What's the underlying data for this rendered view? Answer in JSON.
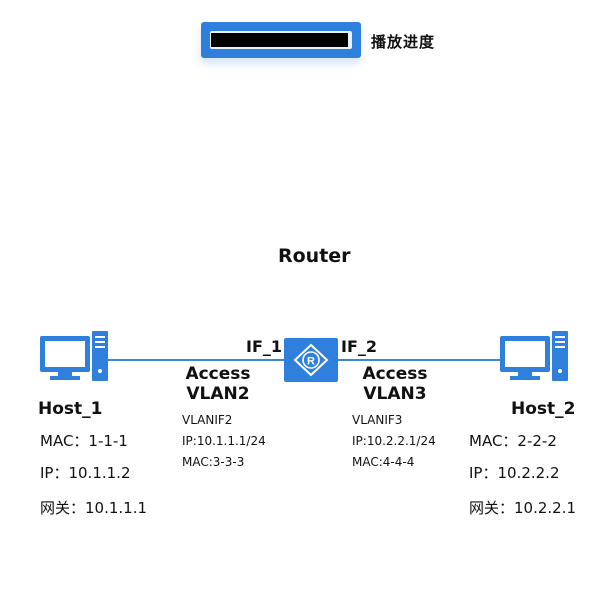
{
  "progress": {
    "label": "播放进度",
    "value": 0.98
  },
  "router": {
    "title": "Router",
    "icon": "router-icon",
    "color": "#2f7fdc"
  },
  "links": [
    {
      "interface": "IF_1",
      "access_line1": "Access",
      "access_line2": "VLAN2",
      "vlanif": "VLANIF2",
      "ip": "IP:10.1.1.1/24",
      "mac": "MAC:3-3-3"
    },
    {
      "interface": "IF_2",
      "access_line1": "Access",
      "access_line2": "VLAN3",
      "vlanif": "VLANIF3",
      "ip": "IP:10.2.2.1/24",
      "mac": "MAC:4-4-4"
    }
  ],
  "hosts": [
    {
      "name": "Host_1",
      "mac": "MAC：1-1-1",
      "ip": "IP：10.1.1.2",
      "gateway": "网关：10.1.1.1",
      "icon": "computer-icon"
    },
    {
      "name": "Host_2",
      "mac": "MAC：2-2-2",
      "ip": "IP：10.2.2.2",
      "gateway": "网关：10.2.2.1",
      "icon": "computer-icon"
    }
  ],
  "colors": {
    "accent": "#2f7fdc",
    "line": "#3a88d6",
    "text": "#111111"
  }
}
